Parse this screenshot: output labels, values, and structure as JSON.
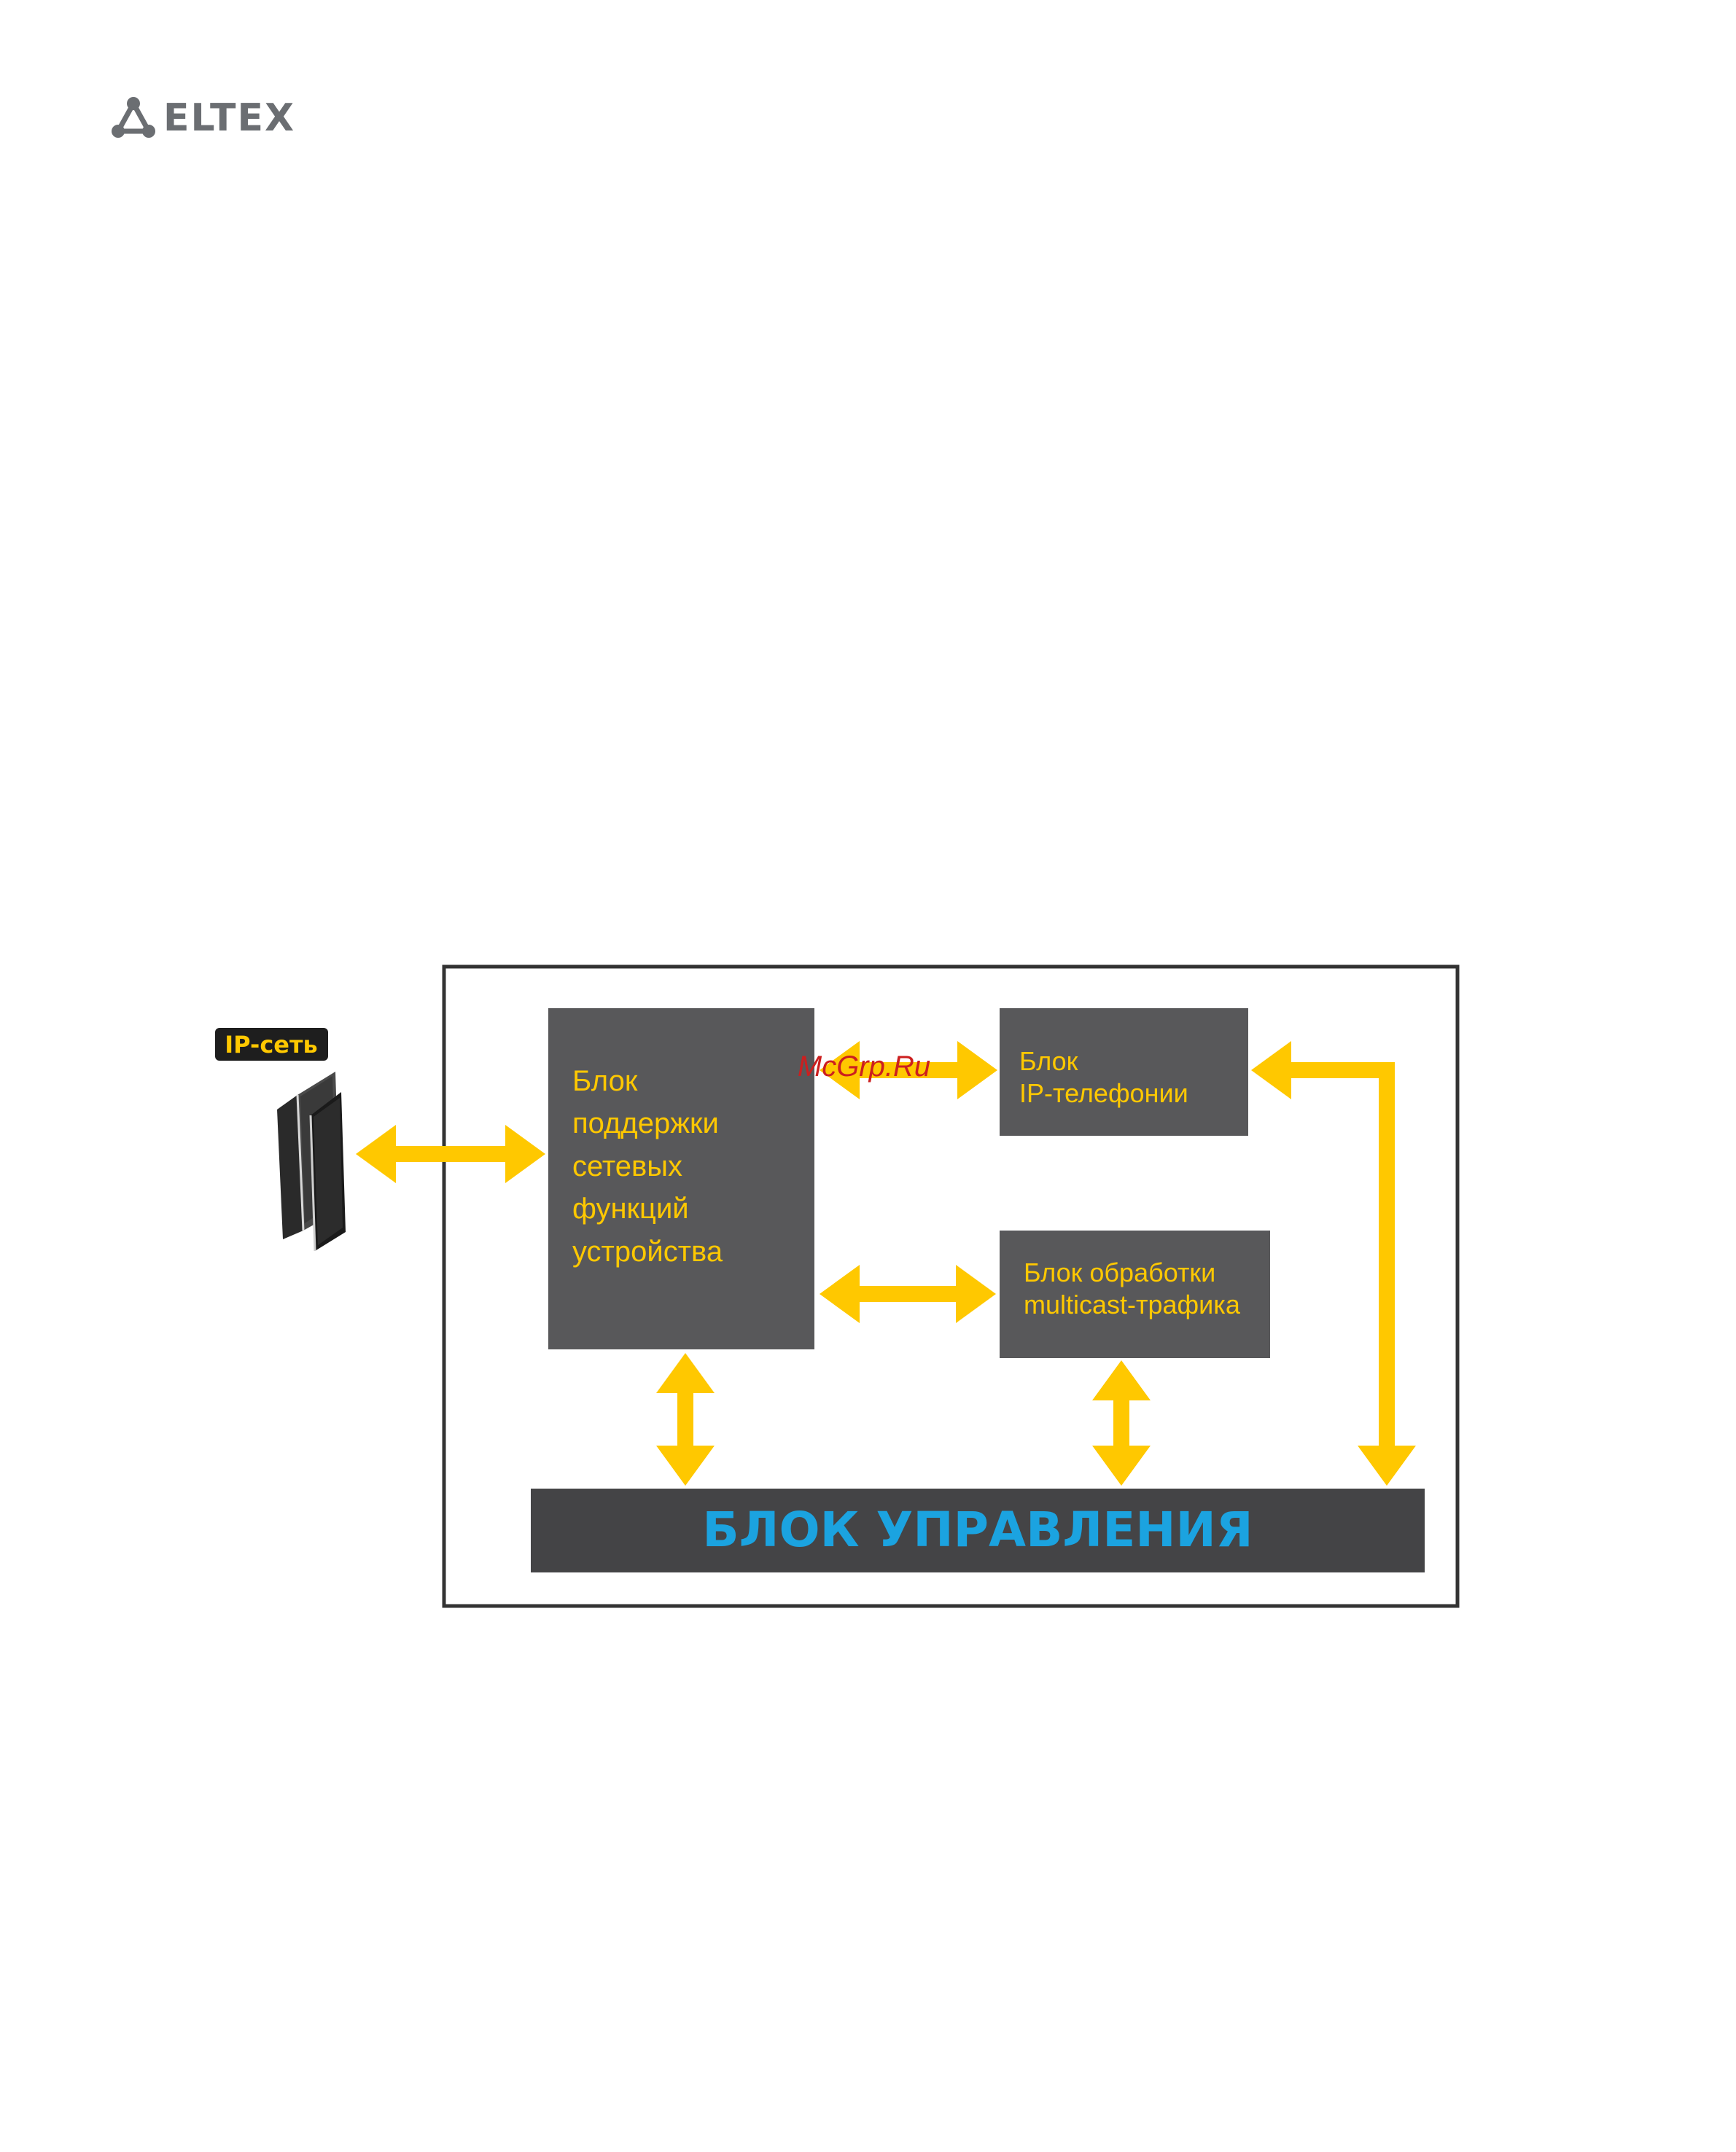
{
  "logo": {
    "text": "ELTEX"
  },
  "diagram": {
    "ip_network_label": "IP-сеть",
    "network_box": {
      "lines": [
        "Блок",
        "поддержки",
        "сетевых",
        "функций",
        "устройства"
      ]
    },
    "telephony_box": {
      "lines": [
        "Блок",
        "IP-телефонии"
      ]
    },
    "multicast_box": {
      "lines": [
        "Блок обработки",
        "multicast-трафика"
      ]
    },
    "control_bar": {
      "title": "БЛОК УПРАВЛЕНИЯ"
    },
    "watermark": "McGrp.Ru"
  },
  "colors": {
    "arrow": "#ffc800",
    "block": "#58585a",
    "control_bar": "#444446",
    "control_text": "#1ba3e0",
    "block_text": "#ffc800",
    "frame": "#333333"
  }
}
